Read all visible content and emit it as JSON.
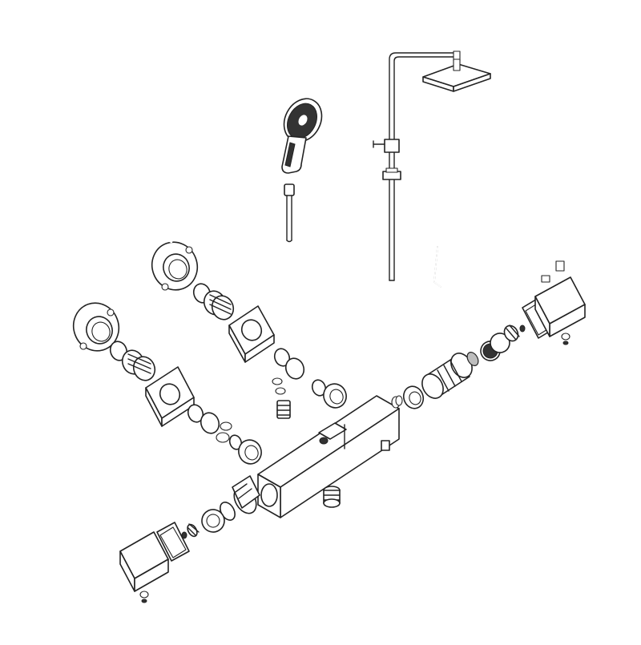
{
  "diagram": {
    "type": "exploded-assembly",
    "background": "#ffffff",
    "line_color": "#222222",
    "parts": [
      "overhead-shower-head",
      "riser-rail",
      "hand-shower",
      "shower-hose",
      "allen-key",
      "wall-flange-left",
      "wall-flange-right",
      "thermostatic-mixer-body",
      "thermostatic-cartridge",
      "flow-cartridge",
      "square-handle-left",
      "square-handle-right",
      "cover-plate-left",
      "cover-plate-right",
      "eccentric-connector-left",
      "eccentric-connector-right",
      "union-nut-left",
      "union-nut-right",
      "outlet-connector",
      "bottom-outlet-nipple",
      "mounting-screws",
      "o-rings"
    ]
  }
}
